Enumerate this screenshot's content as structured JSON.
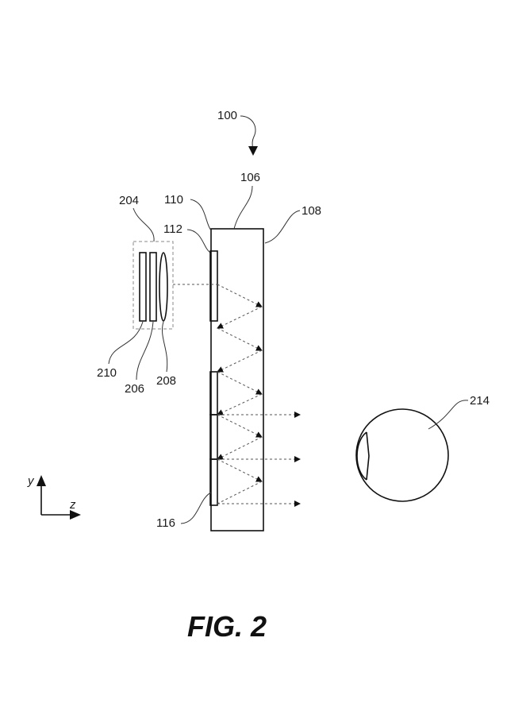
{
  "labels": {
    "device": "100",
    "waveguide": "106",
    "side": "108",
    "edge": "110",
    "in_coupler": "112",
    "out_coupler": "116",
    "projector": "204",
    "element_206": "206",
    "lens": "208",
    "element_210": "210",
    "eye": "214"
  },
  "axes": {
    "y": "y",
    "z": "z"
  },
  "caption": "FIG. 2"
}
